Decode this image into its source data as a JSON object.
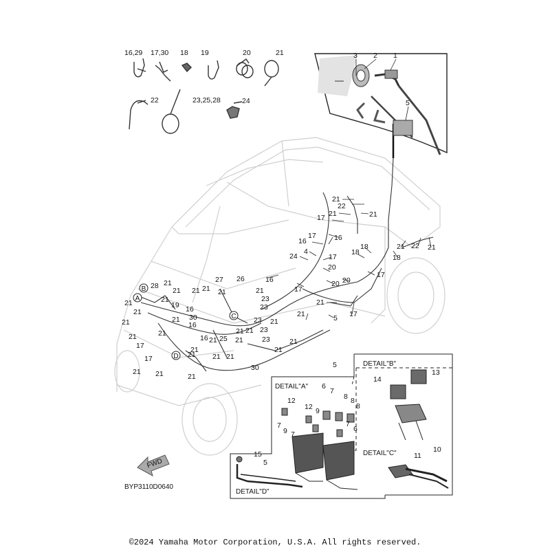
{
  "diagram_code": "BYP3110D0640",
  "copyright": "©2024 Yamaha Motor Corporation, U.S.A. All rights reserved.",
  "fwd_label": "FWD",
  "detail_titles": {
    "a": "DETAIL\"A\"",
    "b": "DETAIL\"B\"",
    "c": "DETAIL\"C\"",
    "d": "DETAIL\"D\""
  },
  "detail_markers": [
    "A",
    "B",
    "C",
    "D"
  ],
  "top_parts": [
    "16,29",
    "17,30",
    "18",
    "19",
    "20",
    "21",
    "22",
    "23,25,28",
    "24"
  ],
  "inset_parts": [
    "3",
    "2",
    "1",
    "5"
  ],
  "callouts": [
    "21",
    "22",
    "21",
    "17",
    "21",
    "16",
    "17",
    "16",
    "4",
    "24",
    "17",
    "18",
    "18",
    "21",
    "22",
    "21",
    "18",
    "17",
    "16",
    "20",
    "20",
    "17",
    "20",
    "21",
    "21",
    "5",
    "17",
    "28",
    "21",
    "27",
    "26",
    "21",
    "21",
    "21",
    "19",
    "21",
    "21",
    "21",
    "21",
    "16",
    "30",
    "16",
    "21",
    "21",
    "23",
    "21",
    "23",
    "23",
    "21",
    "23",
    "21",
    "21",
    "17",
    "25",
    "21",
    "21",
    "16",
    "21",
    "21",
    "23",
    "21",
    "21",
    "17",
    "21",
    "21",
    "21",
    "21",
    "30",
    "21",
    "21",
    "21"
  ],
  "detail_parts": {
    "b": [
      "5",
      "14",
      "13"
    ],
    "a": [
      "6",
      "7",
      "8",
      "8",
      "8",
      "12",
      "9",
      "12",
      "7",
      "9",
      "7",
      "7",
      "6"
    ],
    "c": [
      "10",
      "11"
    ],
    "d": [
      "15",
      "5"
    ]
  }
}
